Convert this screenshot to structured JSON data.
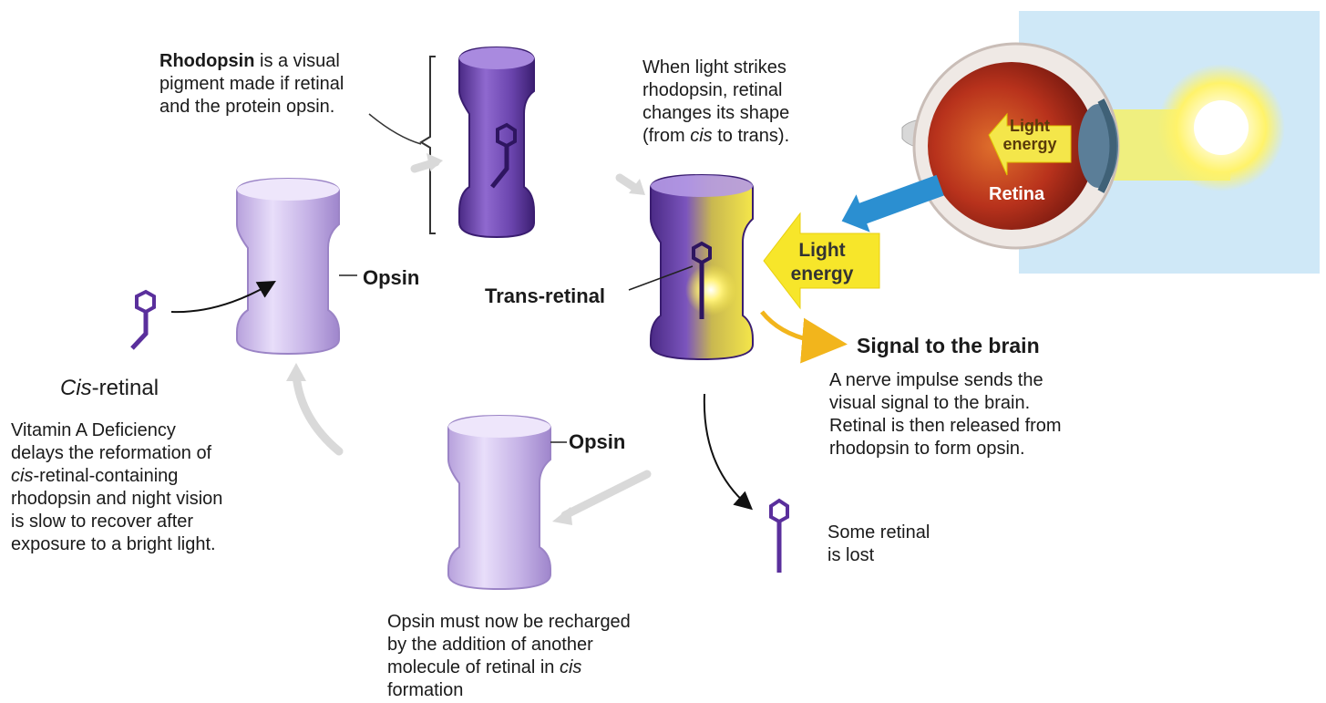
{
  "rhodopsin_note": {
    "bold": "Rhodopsin",
    "line1_rest": " is a visual",
    "line2": "pigment made if retinal",
    "line3": "and the protein opsin."
  },
  "light_note": {
    "line1": "When light strikes",
    "line2": "rhodopsin, retinal",
    "line3": "changes its shape",
    "line4_a": "(from ",
    "line4_italic": "cis",
    "line4_b": " to trans)."
  },
  "eye": {
    "light_energy_1": "Light",
    "light_energy_2": "energy",
    "retina": "Retina",
    "colors": {
      "sky": "#cfe8f7",
      "retina": "#b8321c",
      "sun": "#fff36a",
      "arrow_blue": "#2b8fd1"
    }
  },
  "labels": {
    "opsin_top": "Opsin",
    "trans_retinal": "Trans-retinal",
    "light_energy_1": "Light",
    "light_energy_2": "energy",
    "opsin_bottom": "Opsin"
  },
  "cis_retinal": {
    "italic": "Cis",
    "rest": "-retinal"
  },
  "vitamin_note": {
    "line1": "Vitamin A Deficiency",
    "line2": "delays the reformation of",
    "line3_italic": "cis",
    "line3_rest": "-retinal-containing",
    "line4": "rhodopsin and night vision",
    "line5": "is slow to recover after",
    "line6": "exposure to a bright light."
  },
  "signal": {
    "title": "Signal to the brain",
    "line1": "A nerve impulse sends the",
    "line2": "visual signal to the brain.",
    "line3": "Retinal is then released from",
    "line4": "rhodopsin to form opsin."
  },
  "lost_note": {
    "line1": "Some retinal",
    "line2": "is lost"
  },
  "recharge_note": {
    "line1": "Opsin must now be recharged",
    "line2": "by the addition of another",
    "line3_a": "molecule of retinal in ",
    "line3_italic": "cis",
    "line4": "formation"
  },
  "colors": {
    "rhodopsin": "#6b3fa8",
    "opsin": "#c9b6e8",
    "light_yellow": "#f7e62a",
    "cycle_arrow": "#d9d9d9"
  }
}
